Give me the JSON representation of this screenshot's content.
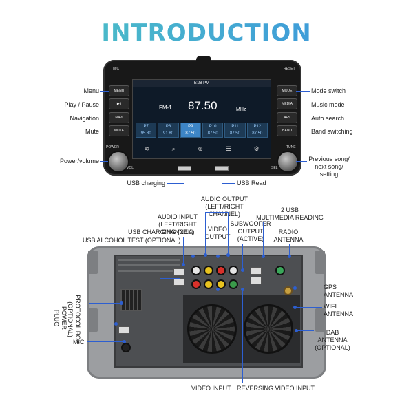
{
  "title": "INTRODUCTION",
  "front": {
    "buttons_left": [
      "MENU",
      "NAVI",
      "MUTE"
    ],
    "buttons_right": [
      "MODE",
      "MEDIA",
      "AFS",
      "BAND"
    ],
    "labels_left": {
      "menu": "Menu",
      "play_pause": "Play / Pause",
      "navigation": "Navigation",
      "mute": "Mute",
      "power_volume": "Power/volume"
    },
    "labels_right": {
      "mode_switch": "Mode switch",
      "music_mode": "Music mode",
      "auto_search": "Auto search",
      "band_switching": "Band switching",
      "prev_next_setting": "Previous song/\nnext song/\nsetting"
    },
    "labels_bottom": {
      "usb_charging": "USB charging",
      "usb_read": "USB Read"
    },
    "screen": {
      "time": "5:28 PM",
      "band": "FM-1",
      "frequency": "87.50",
      "unit": "MHz",
      "presets": [
        {
          "name": "P7",
          "freq": "95.80"
        },
        {
          "name": "P8",
          "freq": "91.80"
        },
        {
          "name": "P9",
          "freq": "87.50"
        },
        {
          "name": "P10",
          "freq": "87.50"
        },
        {
          "name": "P11",
          "freq": "87.50"
        },
        {
          "name": "P12",
          "freq": "87.50"
        }
      ]
    },
    "tiny": {
      "mic": "MIC",
      "reset": "RESET",
      "power": "POWER",
      "vol": "VOL",
      "tune": "TUNE",
      "sel": "SEL"
    }
  },
  "back": {
    "labels": {
      "audio_output": "AUDIO OUTPUT\n(LEFT/RIGHT CHANNEL)",
      "audio_input": "AUDIO INPUT\n(LEFT/RIGHT CHANNEL)",
      "usb_charging": "USB CHARGING (2.1A)",
      "usb_alcohol": "USB ALCOHOL TEST (OPTIONAL)",
      "video_output": "VIDEO\nOUTPUT",
      "subwoofer": "SUBWOOFER\nOUTPUT\n(ACTIVE)",
      "two_usb": "2 USB\nMULTIMEDIA READING",
      "radio_antenna": "RADIO\nANTENNA",
      "gps_antenna": "GPS\nANTENNA",
      "wifi_antenna": "WIFI\nANTENNA",
      "dab_antenna": "DAB\nANTENNA\n(OPTIONAL)",
      "power_plug": "POWER\nPLUG",
      "protocol_box": "PROTOCOL BOX\n(OPTIONAL)",
      "mic": "MIC",
      "video_input": "VIDEO INPUT",
      "reversing_video": "REVERSING VIDEO INPUT"
    }
  },
  "colors": {
    "accent_line": "#2d5fd1",
    "title_start": "#4fc7c2",
    "title_end": "#3a8fe0"
  }
}
